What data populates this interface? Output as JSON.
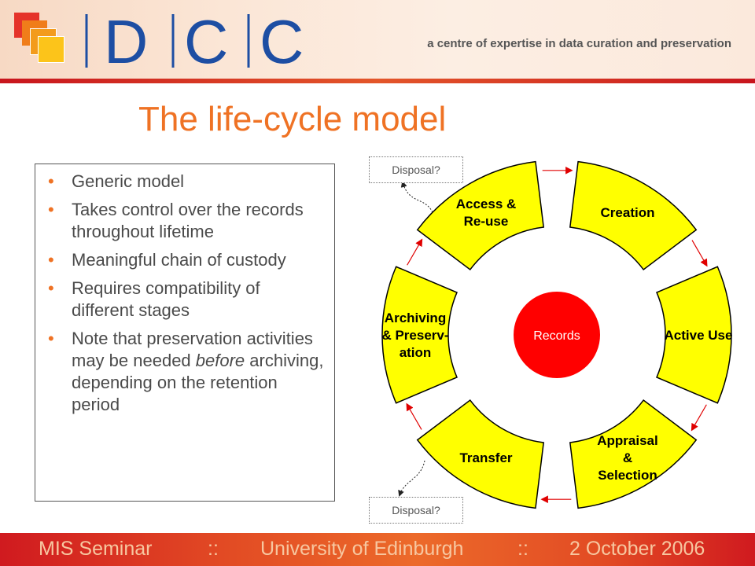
{
  "header": {
    "logo_letters": [
      "D",
      "C",
      "C"
    ],
    "tagline": "a centre of expertise in data curation and preservation",
    "colors": {
      "accent": "#ef7224",
      "brand_blue": "#1d4ea3",
      "logo_red": "#e5332a",
      "logo_orange": "#f07d1a",
      "logo_yellow": "#fcc41a"
    }
  },
  "title": "The life-cycle model",
  "bullets": [
    {
      "text": "Generic model"
    },
    {
      "text": "Takes control over the records throughout lifetime"
    },
    {
      "text": "Meaningful chain of custody"
    },
    {
      "text": "Requires compatibility of different stages"
    },
    {
      "pre": "Note that preservation activities may be needed ",
      "em": "before",
      "post": " archiving, depending on the retention period"
    }
  ],
  "diagram": {
    "center_label": "Records",
    "disposal_top": "Disposal?",
    "disposal_bottom": "Disposal?",
    "segments": [
      {
        "lines": [
          "Creation"
        ]
      },
      {
        "lines": [
          "Active Use"
        ]
      },
      {
        "lines": [
          "Appraisal",
          "&",
          "Selection"
        ]
      },
      {
        "lines": [
          "Transfer"
        ]
      },
      {
        "lines": [
          "Archiving",
          "& Preserv-",
          "ation"
        ]
      },
      {
        "lines": [
          "Access &",
          "Re-use"
        ]
      }
    ],
    "colors": {
      "segment_fill": "#ffff00",
      "center_fill": "#ff0000",
      "arrow": "#e00000"
    }
  },
  "footer": {
    "left": "MIS Seminar",
    "sep1": "::",
    "middle": "University of Edinburgh",
    "sep2": "::",
    "right": "2 October 2006"
  }
}
